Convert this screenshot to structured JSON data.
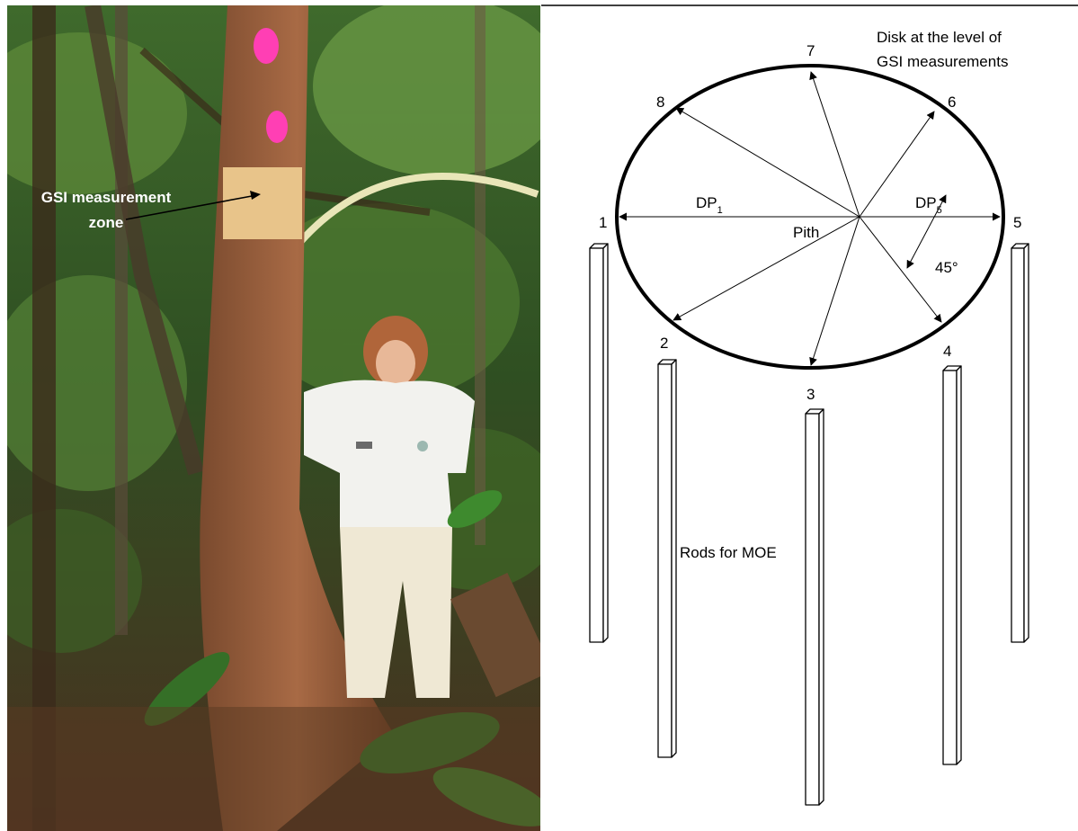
{
  "photo": {
    "label_line1": "GSI measurement",
    "label_line2": "zone"
  },
  "diagram": {
    "disk_label_line1": "Disk at the level of",
    "disk_label_line2": "GSI measurements",
    "pith_label": "Pith",
    "dp1_main": "DP",
    "dp1_sub": "1",
    "dp5_main": "DP",
    "dp5_sub": "5",
    "angle_label": "45°",
    "rods_label": "Rods for MOE",
    "radial_numbers": [
      "1",
      "2",
      "3",
      "4",
      "5",
      "6",
      "7",
      "8"
    ],
    "colors": {
      "line": "#000000",
      "photo_label": "#ffffff"
    }
  }
}
